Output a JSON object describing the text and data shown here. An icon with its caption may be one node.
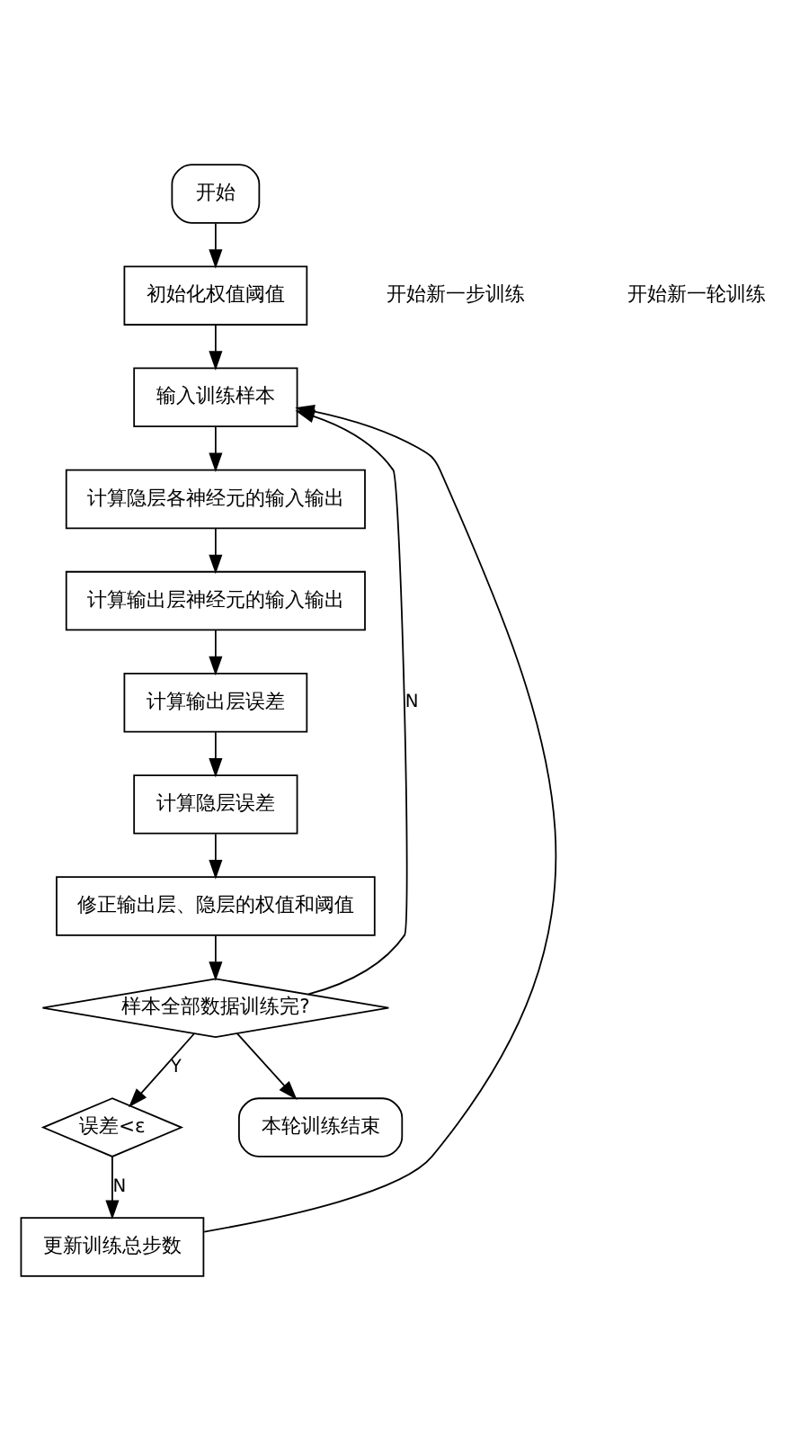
{
  "diagram": {
    "nodes": [
      {
        "text": [
          "开始"
        ]
      },
      {
        "text": [
          "初始化权值阈值"
        ]
      },
      {
        "text": [
          "输入训练样本"
        ]
      },
      {
        "text": [
          "计算隐层各神经元的输入输出"
        ]
      },
      {
        "text": [
          "计算输出层神经元的输入输出"
        ]
      },
      {
        "text": [
          "计算输出层误差"
        ]
      },
      {
        "text": [
          "计算隐层误差"
        ]
      },
      {
        "text": [
          "修正输出层、隐层的权值和阈值"
        ]
      },
      {
        "text": [
          "样本全部数据训练完?"
        ]
      },
      {
        "text": [
          "误差<ε"
        ]
      },
      {
        "text": [
          "更新训练总步数"
        ]
      },
      {
        "text": [
          "本轮训练结束"
        ]
      }
    ],
    "edges": [
      {
        "from": 0,
        "to": 1,
        "arrow": "to"
      },
      {
        "from": 1,
        "to": 2,
        "arrow": "to"
      },
      {
        "from": 2,
        "to": 3,
        "arrow": "to"
      },
      {
        "from": 3,
        "to": 4,
        "arrow": "to"
      },
      {
        "from": 4,
        "to": 5,
        "arrow": "to"
      },
      {
        "from": 5,
        "to": 6,
        "arrow": "to"
      },
      {
        "from": 6,
        "to": 7,
        "arrow": "to"
      },
      {
        "from": 7,
        "to": 8,
        "arrow": "to"
      },
      {
        "from": 8,
        "to": 2,
        "arrow": "to",
        "label": "N"
      },
      {
        "from": 8,
        "to": 9,
        "arrow": "to",
        "label": "Y"
      },
      {
        "from": 9,
        "to": 10,
        "arrow": "to",
        "label": "N"
      },
      {
        "from": 10,
        "to": 2,
        "arrow": "to"
      },
      {
        "from": 8,
        "to": 11,
        "arrow": "to"
      }
    ],
    "labels": [
      "开始新一步训练",
      "开始新一轮训练"
    ]
  }
}
